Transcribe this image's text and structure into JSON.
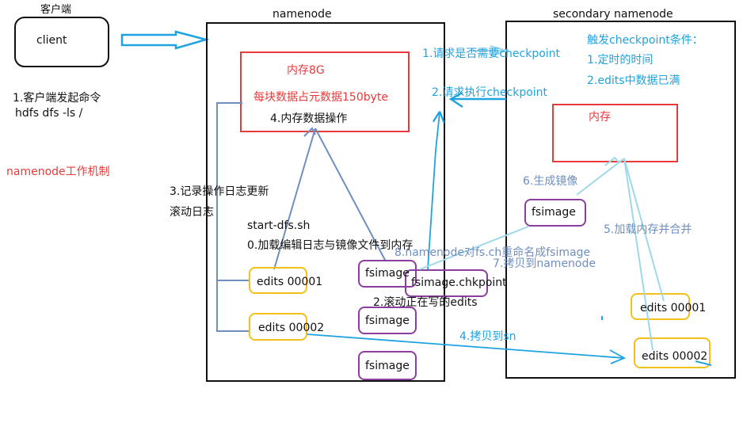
{
  "colors": {
    "black": "#111111",
    "red": "#e83a3a",
    "blue": "#1ea3e0",
    "light_blue": "#9fd8ea",
    "steel": "#6f8fbf",
    "gold": "#f2c01a",
    "purple": "#8a3fa0"
  },
  "header_client": "客户端",
  "client_label": "client",
  "client_step": "1.客户端发起命令",
  "client_cmd": "hdfs dfs -ls /",
  "mechanism_caption": "namenode工作机制",
  "namenode": {
    "title": "namenode",
    "memory_title": "内存8G",
    "memory_note": "每块数据占元数据150byte",
    "memory_op": "4.内存数据操作",
    "log_step_1": "3.记录操作日志更新",
    "log_step_2": "滚动日志",
    "start_cmd": "start-dfs.sh",
    "load_step": "0.加载编辑日志与镜像文件到内存",
    "edits": [
      "edits 00001",
      "edits 00002"
    ],
    "fsimage_label": "fsimage",
    "fsimage_checkpoint": "fsimage.chkpoint",
    "roll_step": "2.滚动正在写的edits"
  },
  "secondary": {
    "title": "secondary namenode",
    "trigger_title": "触发checkpoint条件：",
    "trigger_items": [
      "1.定时的时间",
      "2.edits中数据已满"
    ],
    "memory_title": "内存",
    "gen_image": "6.生成镜像",
    "fsimage_label": "fsimage",
    "merge_step": "5.加载内存并合并",
    "edits": [
      "edits 00001",
      "edits 00002"
    ]
  },
  "flows": {
    "ask_checkpoint": "1.请求是否需要checkpoint",
    "do_checkpoint": "2.请求执行checkpoint",
    "rename_step": "8.namenode对fs.ch重命名成fsimage",
    "copy_back": "7.拷贝到namenode",
    "copy_to_sn": "4.拷贝到sn"
  }
}
